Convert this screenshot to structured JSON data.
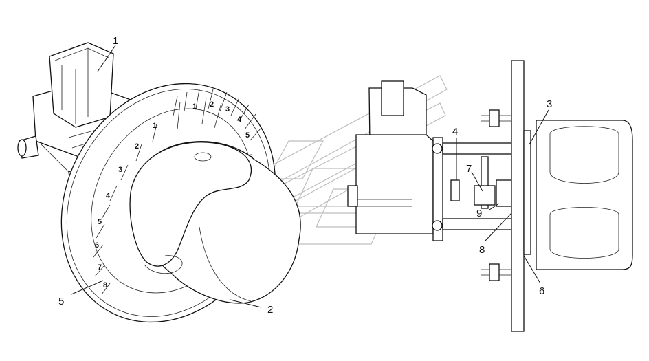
{
  "callouts": {
    "c1": "1",
    "c2": "2",
    "c3": "3",
    "c4": "4",
    "c5": "5",
    "c6": "6",
    "c7": "7",
    "c8": "8",
    "c9": "9"
  },
  "dial_numbers": {
    "d1": "1",
    "d2": "2",
    "d3": "3",
    "d4": "4",
    "d5": "5",
    "d6": "6",
    "l1": "1",
    "l2": "2",
    "l3": "3",
    "l4": "4",
    "l5": "5",
    "l6": "6",
    "l7": "7",
    "l8": "8"
  },
  "colors": {
    "line": "#111111",
    "watermark": "#bdbdbd",
    "background": "#ffffff"
  }
}
